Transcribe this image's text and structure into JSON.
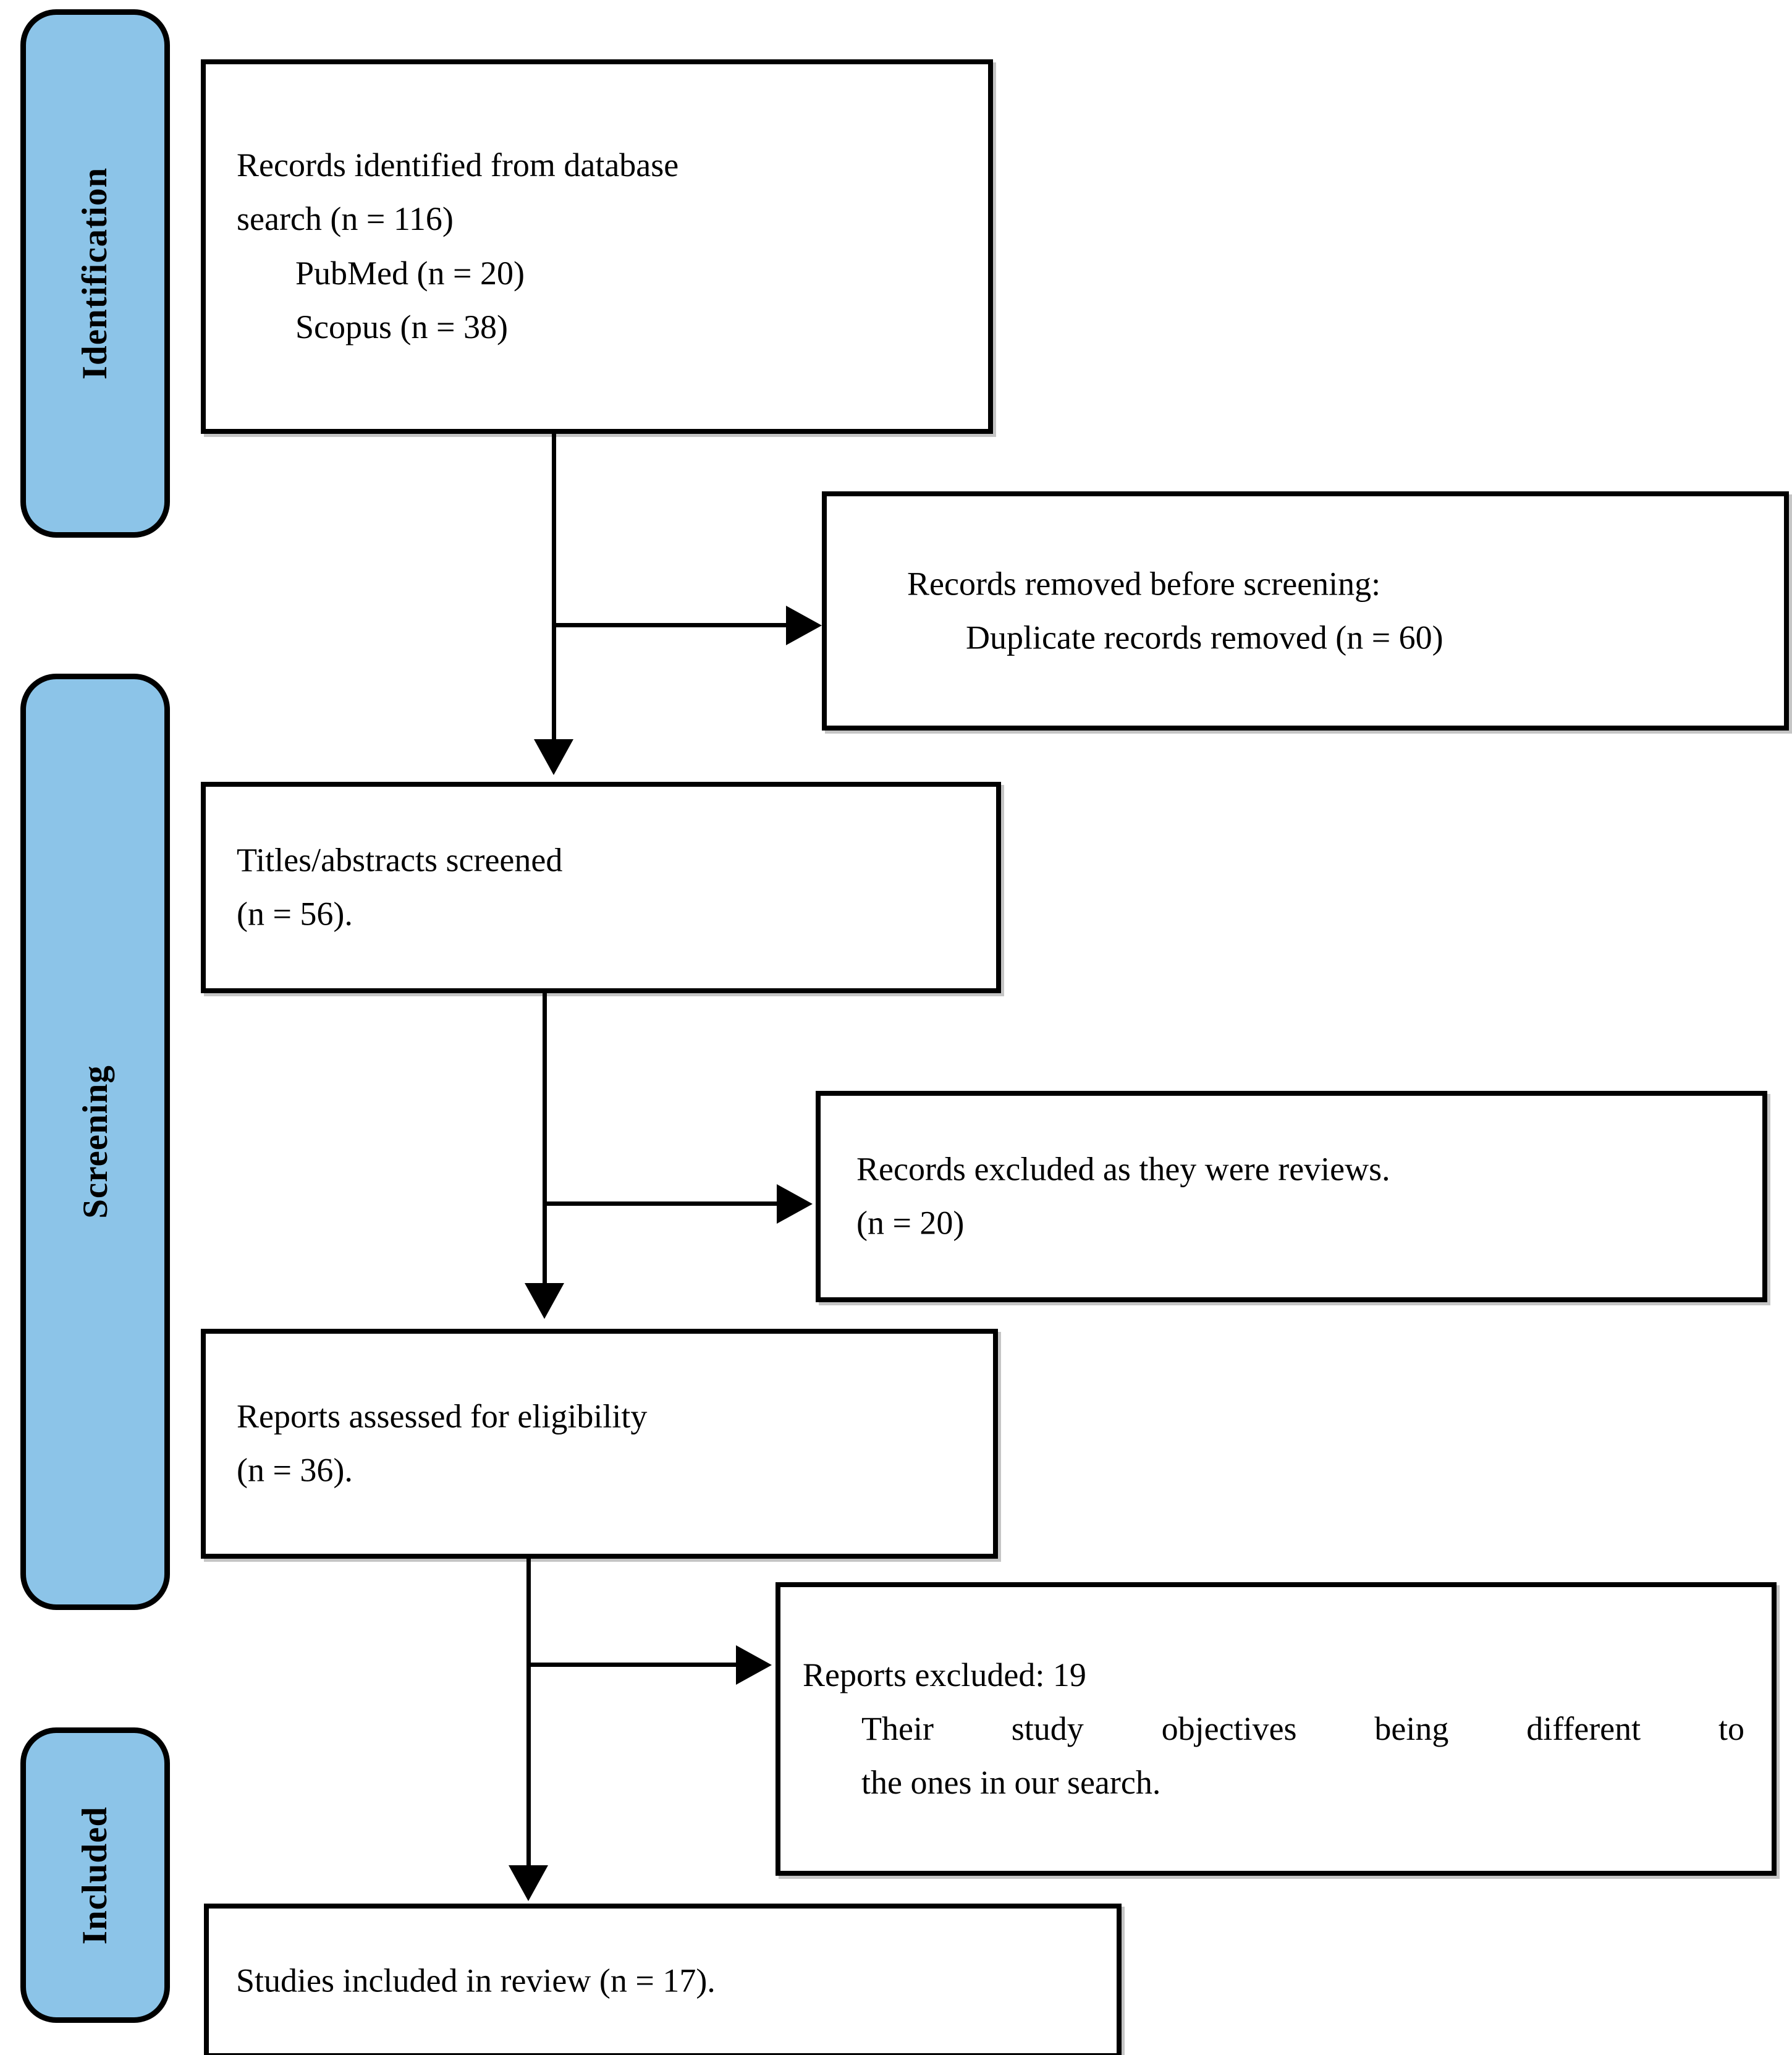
{
  "diagram": {
    "type": "prisma-flow-diagram",
    "accent_color": "#8CC4E8",
    "line_color": "#000000",
    "background_color": "#FFFFFF"
  },
  "stages": [
    {
      "id": "identification",
      "label": "Identification"
    },
    {
      "id": "screening",
      "label": "Screening"
    },
    {
      "id": "included",
      "label": "Included"
    }
  ],
  "boxes": {
    "identified": {
      "line1": "Records identified from database",
      "line2": "search (n = 116)",
      "line3": "PubMed (n = 20)",
      "line4": "Scopus (n = 38)"
    },
    "duplicates": {
      "line1": "Records removed before screening:",
      "line2": "Duplicate records removed (n = 60)"
    },
    "screened": {
      "line1": "Titles/abstracts screened",
      "line2": "(n = 56)."
    },
    "reviews_excluded": {
      "line1": "Records excluded as they were reviews.",
      "line2": "(n = 20)"
    },
    "eligibility": {
      "line1": "Reports assessed for eligibility",
      "line2": "(n = 36)."
    },
    "reports_excluded": {
      "line1": "Reports excluded: 19",
      "line2": "Their study objectives being different to",
      "line3": "the ones in our search."
    },
    "included_studies": {
      "line1": "Studies included in review (n = 17)."
    }
  },
  "counts": {
    "records_identified": 116,
    "pubmed": 20,
    "scopus": 38,
    "duplicates_removed": 60,
    "titles_abstracts_screened": 56,
    "records_excluded_reviews": 20,
    "reports_assessed": 36,
    "reports_excluded": 19,
    "studies_included": 17
  }
}
